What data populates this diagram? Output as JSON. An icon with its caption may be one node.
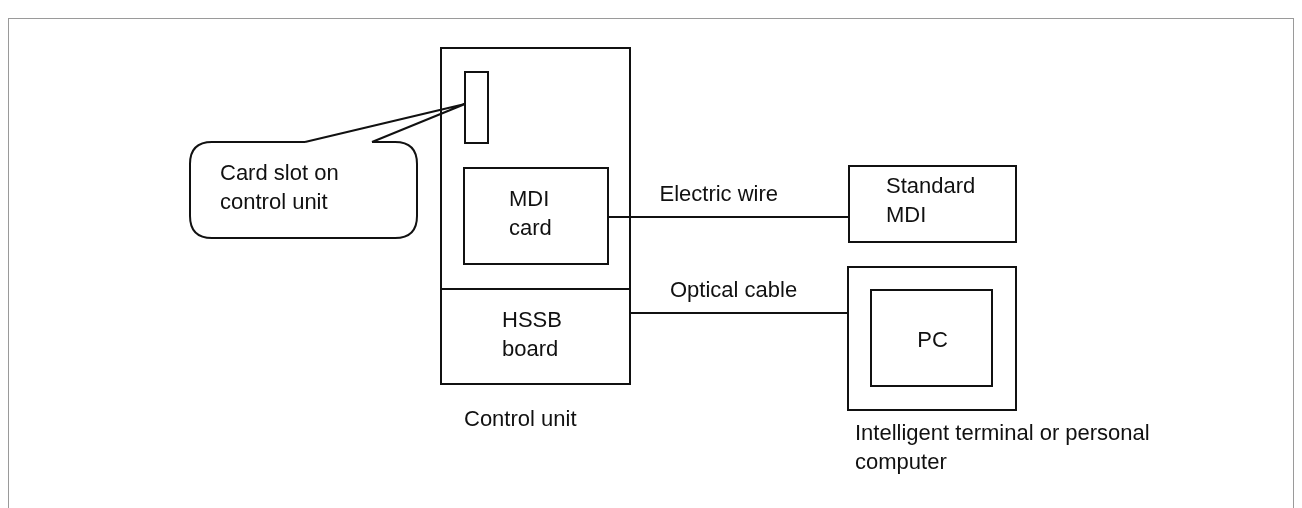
{
  "diagram": {
    "nodes": [
      {
        "text": [
          "Control unit"
        ]
      },
      {
        "text": [],
        "shape": "box",
        "in": 0
      },
      {
        "text": [
          "MDI card"
        ],
        "in": 0
      },
      {
        "text": [
          "HSSB board"
        ],
        "in": 0
      },
      {
        "text": [
          "Card slot on control unit"
        ]
      },
      {
        "text": [
          "Standard MDI"
        ]
      },
      {
        "text": [
          "Intelligent terminal or personal computer"
        ]
      },
      {
        "text": [
          "PC"
        ],
        "in": 6
      }
    ],
    "edges": [
      {
        "from": 4,
        "to": 1,
        "arrow": "none"
      },
      {
        "from": 2,
        "to": 5,
        "arrow": "none",
        "label": "Electric wire"
      },
      {
        "from": 3,
        "to": 6,
        "arrow": "none",
        "label": "Optical cable"
      }
    ]
  }
}
